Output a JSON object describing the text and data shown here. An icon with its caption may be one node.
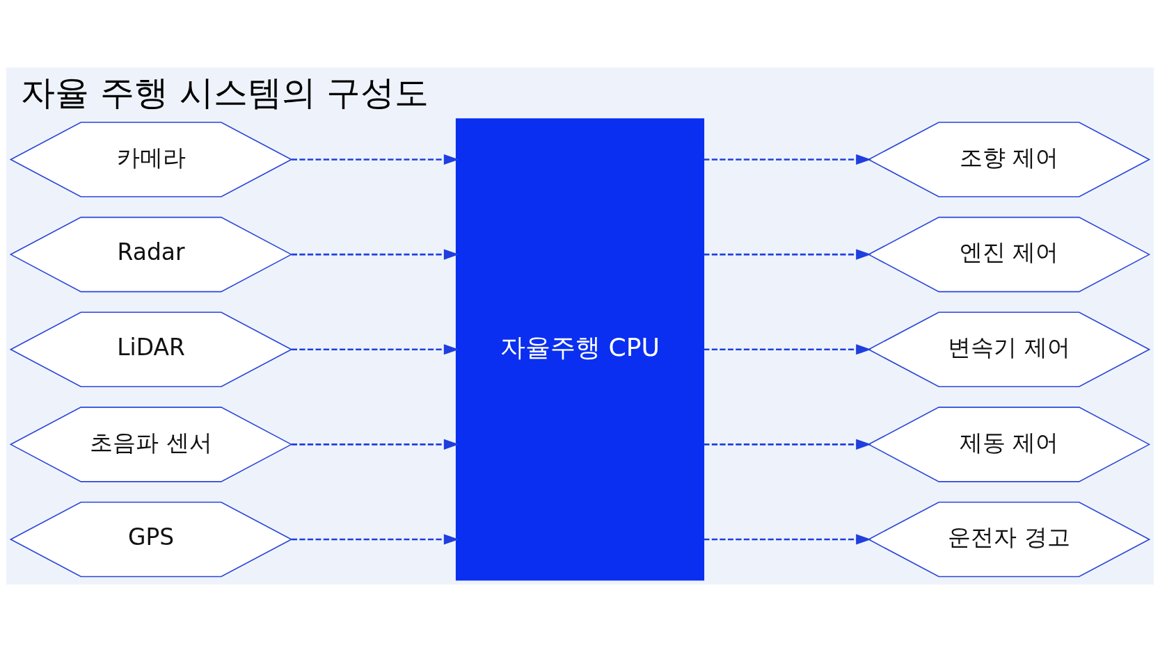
{
  "diagram": {
    "title": "자율 주행 시스템의 구성도",
    "nodes": [
      {
        "text": [
          "카메라"
        ]
      },
      {
        "text": [
          "Radar"
        ]
      },
      {
        "text": [
          "LiDAR"
        ]
      },
      {
        "text": [
          "초음파 센서"
        ]
      },
      {
        "text": [
          "GPS"
        ]
      },
      {
        "text": [
          "자율주행 CPU"
        ]
      },
      {
        "text": [
          "조향 제어"
        ]
      },
      {
        "text": [
          "엔진 제어"
        ]
      },
      {
        "text": [
          "변속기 제어"
        ]
      },
      {
        "text": [
          "제동 제어"
        ]
      },
      {
        "text": [
          "운전자 경고"
        ]
      }
    ],
    "edges": [
      {
        "from": 0,
        "to": 5,
        "arrow": "to",
        "style": "dashed"
      },
      {
        "from": 1,
        "to": 5,
        "arrow": "to",
        "style": "dashed"
      },
      {
        "from": 2,
        "to": 5,
        "arrow": "to",
        "style": "dashed"
      },
      {
        "from": 3,
        "to": 5,
        "arrow": "to",
        "style": "dashed"
      },
      {
        "from": 4,
        "to": 5,
        "arrow": "to",
        "style": "dashed"
      },
      {
        "from": 5,
        "to": 6,
        "arrow": "to",
        "style": "dashed"
      },
      {
        "from": 5,
        "to": 7,
        "arrow": "to",
        "style": "dashed"
      },
      {
        "from": 5,
        "to": 8,
        "arrow": "to",
        "style": "dashed"
      },
      {
        "from": 5,
        "to": 9,
        "arrow": "to",
        "style": "dashed"
      },
      {
        "from": 5,
        "to": 10,
        "arrow": "to",
        "style": "dashed"
      }
    ]
  }
}
